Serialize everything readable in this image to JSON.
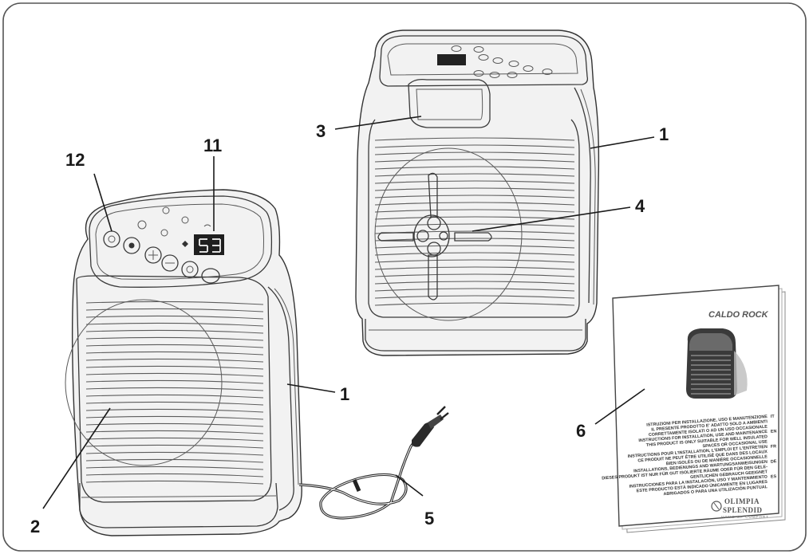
{
  "callouts": {
    "c1_rear": "1",
    "c1_front": "1",
    "c2": "2",
    "c3": "3",
    "c4": "4",
    "c5": "5",
    "c6": "6",
    "c11": "11",
    "c12": "12"
  },
  "manual": {
    "title": "CALDO ROCK",
    "lines": [
      "ISTRUZIONI PER INSTALLAZIONE, USO E MANUTENZIONE",
      "IL PRESENTE PRODOTTO E' ADATTO SOLO A AMBIENTI",
      "CORRETTAMENTE ISOLATI O AD UN USO OCCASIONALE",
      "INSTRUCTIONS FOR INSTALLATION, USE AND MAINTENANCE",
      "THIS PRODUCT IS ONLY SUITABLE FOR WELL INSULATED",
      "SPACES OR OCCASIONAL USE",
      "INSTRUCTIONS POUR L'INSTALLATION, L'EMPLOI ET L'ENTRETIEN",
      "CE PRODUIT NE PEUT ÊTRE UTILISÉ QUE DANS DES LOCAUX",
      "BIEN ISOLÉS OU DE MANIÈRE OCCASIONNELLE",
      "INSTALLATIONS, BEDIENUNGS AND WARTUNGSANWEISUNGEN",
      "DIESES PRODUKT IST NUR FÜR GUT ISOLIERTE RÄUME ODER FÜR DEN GELE-",
      "GENTLICHEN GEBRAUCH GEEIGNET",
      "INSTRUCCIONES PARA LA INSTALACIÓN, USO Y MANTENIMIENTO",
      "ESTE PRODUCTO ESTÁ INDICADO ÚNICAMENTE EN LUGARES",
      "ABRIGADOS O PARA UNA UTILIZACIÓN PUNTUAL"
    ],
    "lang_tags": [
      "IT",
      "EN",
      "FR",
      "DE",
      "ES"
    ],
    "brand_line1": "OLIMPIA",
    "brand_line2": "SPLENDID",
    "tagline": "HOME OF COMFORT"
  }
}
